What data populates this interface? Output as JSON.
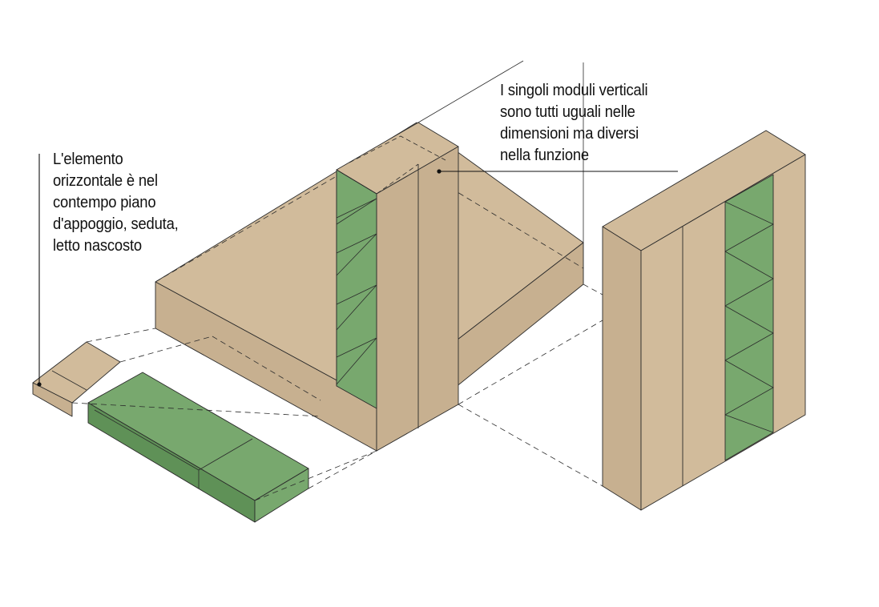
{
  "colors": {
    "wood": "#d1bb9b",
    "wood_side": "#c7b090",
    "shelf_green": "#78a86e",
    "green_dark": "#5f9157",
    "line": "#2b2b2b",
    "background": "#ffffff"
  },
  "annotations": {
    "left": {
      "lines": [
        "L'elemento",
        "orizzontale è nel",
        "contempo piano",
        "d'appoggio, seduta,",
        "letto nascosto"
      ]
    },
    "right": {
      "lines": [
        "I singoli moduli verticali",
        "sono tutti uguali nelle",
        "dimensioni ma diversi",
        "nella funzione"
      ]
    }
  }
}
